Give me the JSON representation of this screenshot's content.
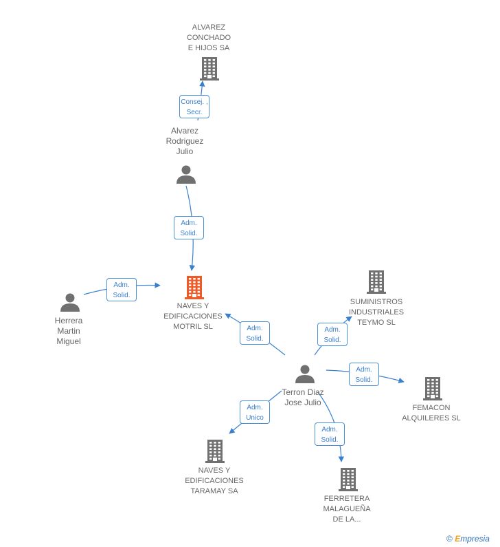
{
  "nodes": {
    "alvarez_conchado": {
      "label": "ALVAREZ\nCONCHADO\nE HIJOS SA",
      "type": "company"
    },
    "alvarez_julio": {
      "label": "Alvarez\nRodriguez\nJulio",
      "type": "person"
    },
    "naves_motril": {
      "label": "NAVES Y\nEDIFICACIONES\nMOTRIL SL",
      "type": "company",
      "highlight": true
    },
    "herrera": {
      "label": "Herrera\nMartin\nMiguel",
      "type": "person"
    },
    "suministros": {
      "label": "SUMINISTROS\nINDUSTRIALES\nTEYMO SL",
      "type": "company"
    },
    "terron": {
      "label": "Terron Diaz\nJose Julio",
      "type": "person"
    },
    "femacon": {
      "label": "FEMACON\nALQUILERES SL",
      "type": "company"
    },
    "naves_taramay": {
      "label": "NAVES Y\nEDIFICACIONES\nTARAMAY SA",
      "type": "company"
    },
    "ferretera": {
      "label": "FERRETERA\nMALAGUEÑA\nDE LA...",
      "type": "company"
    }
  },
  "edges": [
    {
      "from": "alvarez_julio",
      "to": "alvarez_conchado",
      "label": "Consej. ,\nSecr."
    },
    {
      "from": "alvarez_julio",
      "to": "naves_motril",
      "label": "Adm.\nSolid."
    },
    {
      "from": "herrera",
      "to": "naves_motril",
      "label": "Adm.\nSolid."
    },
    {
      "from": "terron",
      "to": "naves_motril",
      "label": "Adm.\nSolid."
    },
    {
      "from": "terron",
      "to": "suministros",
      "label": "Adm.\nSolid."
    },
    {
      "from": "terron",
      "to": "femacon",
      "label": "Adm.\nSolid."
    },
    {
      "from": "terron",
      "to": "naves_taramay",
      "label": "Adm.\nUnico"
    },
    {
      "from": "terron",
      "to": "ferretera",
      "label": "Adm.\nSolid."
    }
  ],
  "colors": {
    "edge": "#3a7fcf",
    "icon": "#707070",
    "highlight": "#f05a28",
    "text": "#666666"
  },
  "watermark": {
    "symbol": "©",
    "e": "E",
    "rest": "mpresia"
  }
}
